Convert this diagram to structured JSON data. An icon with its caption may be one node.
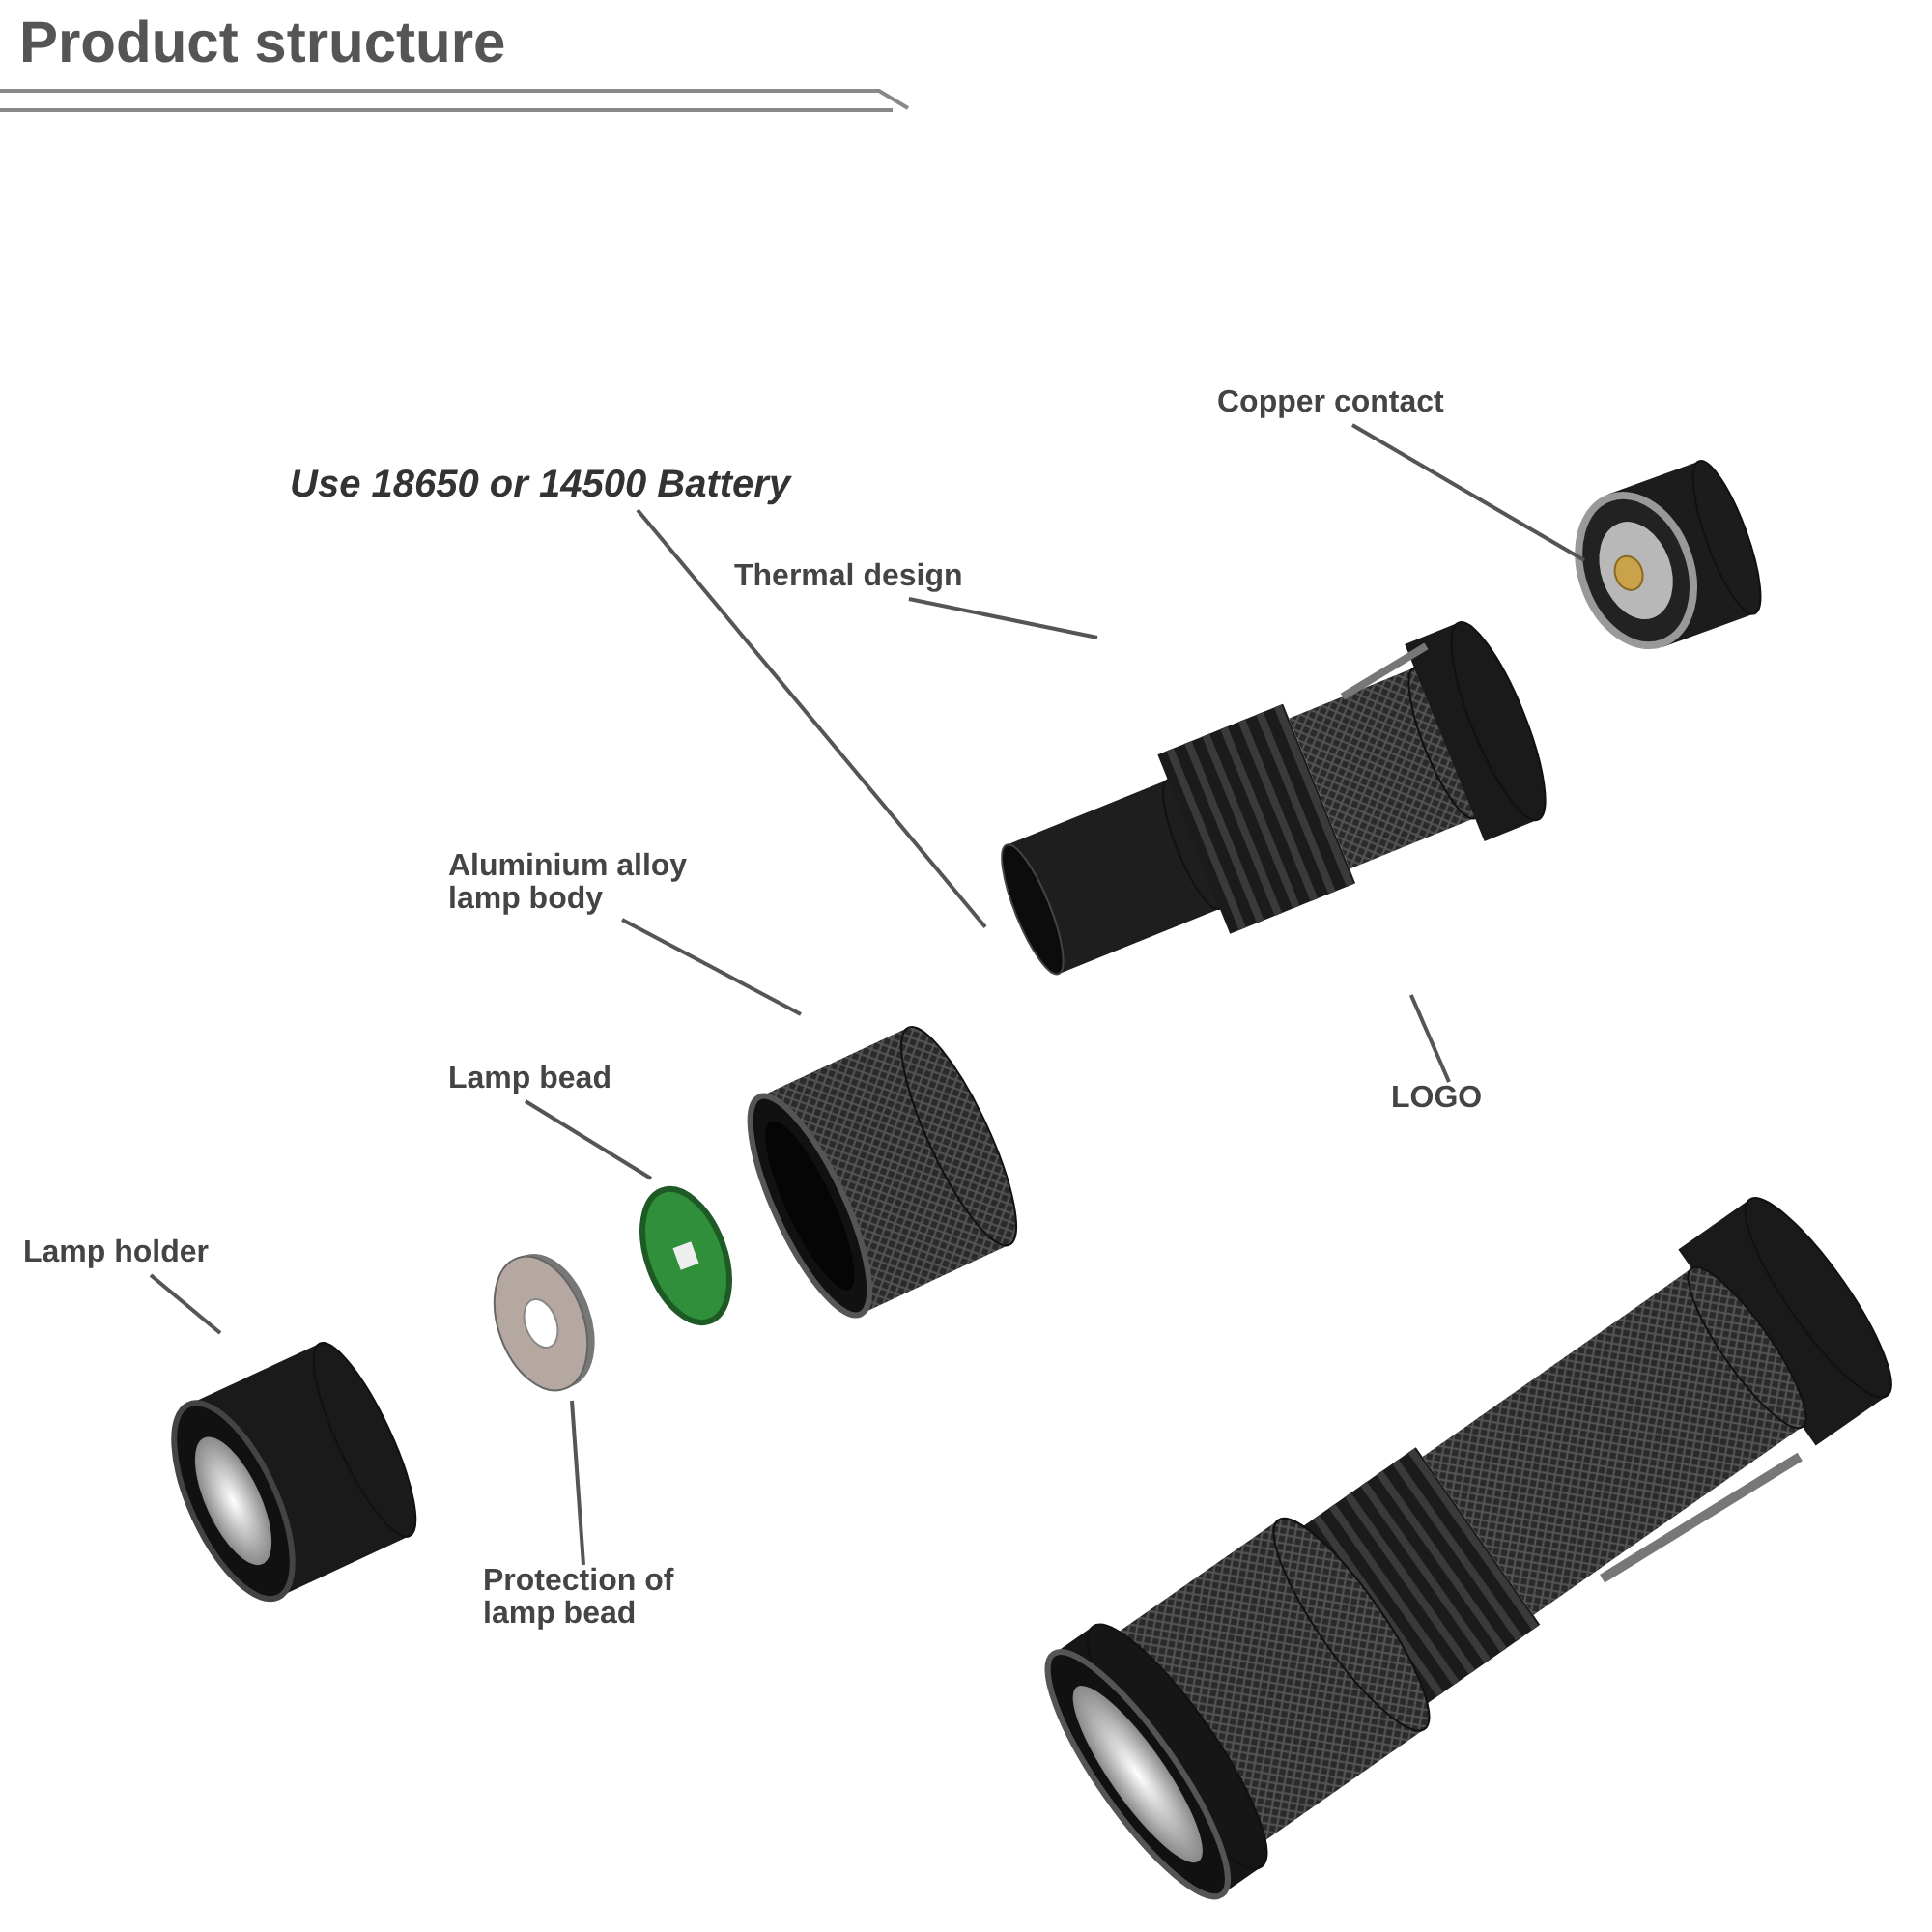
{
  "diagram": {
    "title": "Product structure",
    "nodes": [
      {
        "text": [
          "Copper contact"
        ]
      },
      {
        "text": [
          "Use 18650 or 14500 Battery"
        ]
      },
      {
        "text": [
          "Thermal design"
        ]
      },
      {
        "text": [
          "Aluminium alloy lamp body"
        ]
      },
      {
        "text": [
          "LOGO"
        ]
      },
      {
        "text": [
          "Lamp bead"
        ]
      },
      {
        "text": [
          "Lamp holder"
        ]
      },
      {
        "text": [
          "Protection of lamp bead"
        ]
      },
      {
        "text": [],
        "shape": "picture"
      },
      {
        "text": [],
        "shape": "picture"
      },
      {
        "text": [],
        "shape": "picture"
      },
      {
        "text": [],
        "shape": "picture"
      },
      {
        "text": [],
        "shape": "picture"
      },
      {
        "text": [],
        "shape": "picture"
      }
    ],
    "edges": [
      {
        "from": 0,
        "to": 8,
        "arrow": "none"
      },
      {
        "from": 1,
        "to": 9,
        "arrow": "none"
      },
      {
        "from": 2,
        "to": 9,
        "arrow": "none"
      },
      {
        "from": 3,
        "to": 10,
        "arrow": "none"
      },
      {
        "from": 4,
        "to": 9,
        "arrow": "none"
      },
      {
        "from": 5,
        "to": 11,
        "arrow": "none"
      },
      {
        "from": 6,
        "to": 13,
        "arrow": "none"
      },
      {
        "from": 7,
        "to": 12,
        "arrow": "none"
      }
    ]
  }
}
